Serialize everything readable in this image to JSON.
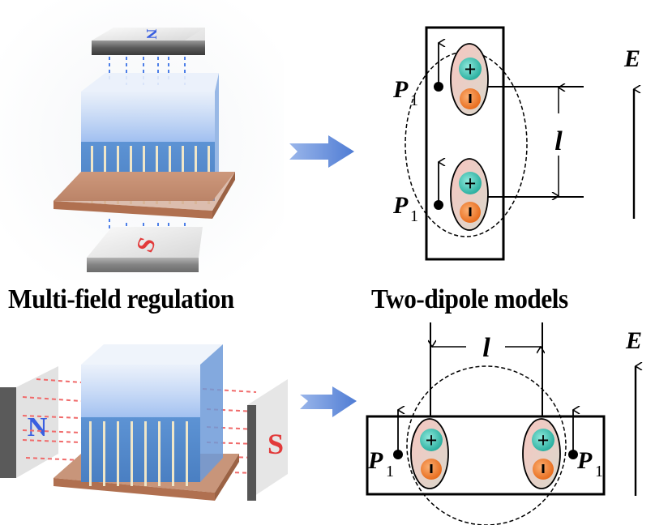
{
  "panels": {
    "top_left": {
      "title": "Multi-field regulation",
      "magnet_top_label": "N",
      "magnet_bottom_label": "S",
      "field_orientation": "vertical"
    },
    "bottom_left": {
      "magnet_left_label": "N",
      "magnet_right_label": "S",
      "field_orientation": "horizontal"
    },
    "top_right": {
      "title": "Two-dipole models",
      "dipole_label": "P",
      "dipole_subscript": "1",
      "distance_label": "l",
      "field_label": "E",
      "plus_sign": "+",
      "minus_sign": "-"
    },
    "bottom_right": {
      "dipole_label": "P",
      "dipole_subscript": "1",
      "distance_label": "l",
      "field_label": "E",
      "plus_sign": "+",
      "minus_sign": "-"
    }
  },
  "colors": {
    "arrow_blue": "#5b86d6",
    "field_line_blue": "#4d7fe8",
    "field_line_red": "#f06a6a",
    "copper": "#c48a6a",
    "positive_teal": "#3cc4b4",
    "negative_orange": "#ee7d2c",
    "dipole_fill": "#f3d2c8",
    "n_color": "#3a5fe0",
    "s_color": "#e23a3a"
  }
}
